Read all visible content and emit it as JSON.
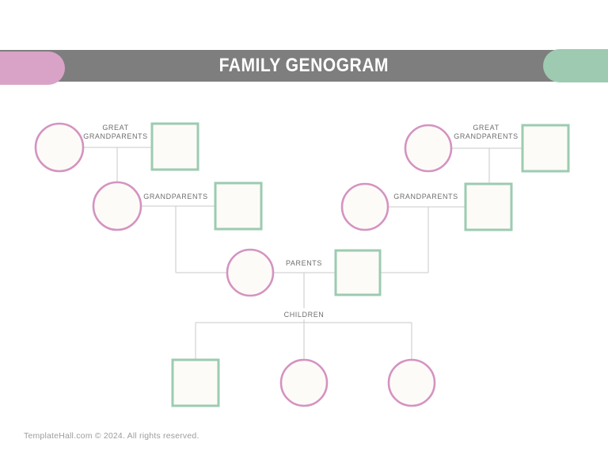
{
  "header": {
    "title": "FAMILY GENOGRAM",
    "bar_color": "#7e7e7e",
    "left_accent_color": "#d9a3c7",
    "right_accent_color": "#9dcab0",
    "title_color": "#ffffff"
  },
  "diagram": {
    "labels": {
      "great_line1": "GREAT",
      "great_line2": "GRANDPARENTS",
      "grandparents": "GRANDPARENTS",
      "parents": "PARENTS",
      "children": "CHILDREN"
    },
    "colors": {
      "circle_stroke": "#d493c1",
      "square_stroke": "#9ccbb1",
      "connector_line": "#c9c9c9",
      "shape_fill": "#fdfbf7",
      "label_text": "#6e6e6e"
    },
    "nodes": [
      {
        "id": "left-great-grandmother",
        "shape": "circle",
        "generation": "great-grandparents",
        "side": "left"
      },
      {
        "id": "left-great-grandfather",
        "shape": "square",
        "generation": "great-grandparents",
        "side": "left"
      },
      {
        "id": "left-grandmother",
        "shape": "circle",
        "generation": "grandparents",
        "side": "left"
      },
      {
        "id": "left-grandfather",
        "shape": "square",
        "generation": "grandparents",
        "side": "left"
      },
      {
        "id": "mother",
        "shape": "circle",
        "generation": "parents",
        "side": "center"
      },
      {
        "id": "father",
        "shape": "square",
        "generation": "parents",
        "side": "center"
      },
      {
        "id": "right-great-grandmother",
        "shape": "circle",
        "generation": "great-grandparents",
        "side": "right"
      },
      {
        "id": "right-great-grandfather",
        "shape": "square",
        "generation": "great-grandparents",
        "side": "right"
      },
      {
        "id": "right-grandmother",
        "shape": "circle",
        "generation": "grandparents",
        "side": "right"
      },
      {
        "id": "right-grandfather",
        "shape": "square",
        "generation": "grandparents",
        "side": "right"
      },
      {
        "id": "child-1",
        "shape": "square",
        "generation": "children",
        "side": "left"
      },
      {
        "id": "child-2",
        "shape": "circle",
        "generation": "children",
        "side": "center"
      },
      {
        "id": "child-3",
        "shape": "circle",
        "generation": "children",
        "side": "right"
      }
    ]
  },
  "footer": {
    "text": "TemplateHall.com © 2024. All rights reserved."
  }
}
